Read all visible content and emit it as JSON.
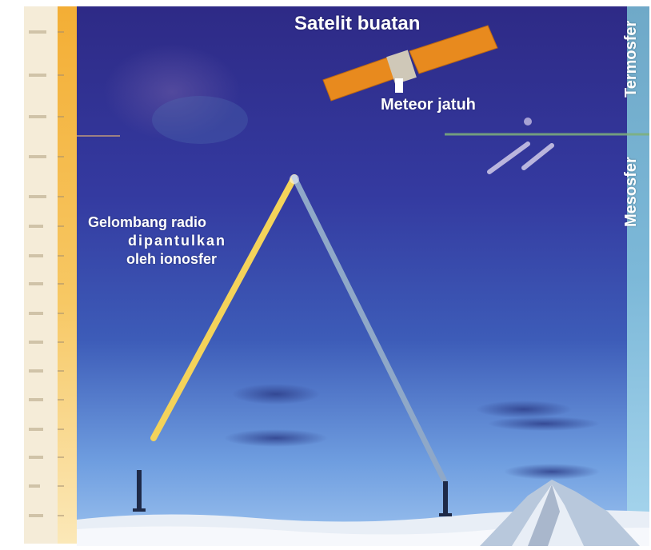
{
  "labels": {
    "satellite": "Satelit buatan",
    "meteor": "Meteor jatuh",
    "radio": [
      "Gelombang radio",
      "dipantulkan",
      "oleh ionosfer"
    ],
    "thermosphere": "Termosfer",
    "mesosphere": "Mesosfer"
  },
  "colors": {
    "sky_top": "#322c8c",
    "sky_mid": "#3a52b0",
    "sky_low": "#6f9fe0",
    "ruler": "#f2b43a",
    "beam_up": "#f4d35a",
    "beam_down": "#8fa8c8",
    "satellite_panel": "#e88a1e"
  },
  "icons": [
    "satellite-icon",
    "meteor-icon",
    "radio-tower-icon",
    "mountain-icon"
  ]
}
